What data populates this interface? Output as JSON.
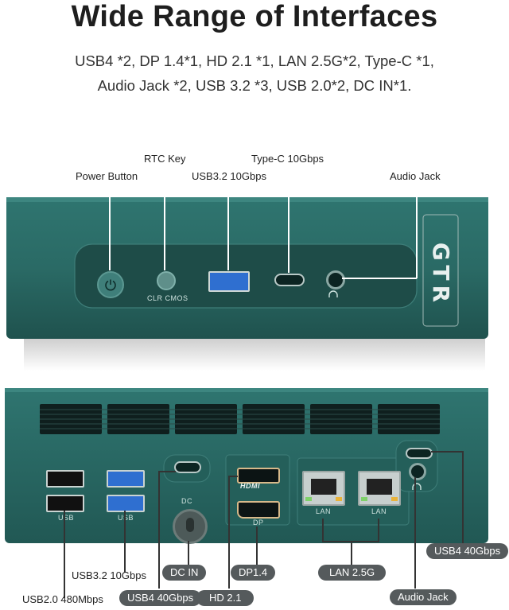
{
  "header": {
    "title": "Wide Range of Interfaces",
    "subtitle_line1": "USB4 *2, DP 1.4*1, HD 2.1 *1, LAN 2.5G*2, Type-C *1,",
    "subtitle_line2": "Audio Jack *2, USB 3.2 *3, USB 2.0*2, DC IN*1."
  },
  "front": {
    "labels": {
      "rtc_key": "RTC Key",
      "power_button": "Power Button",
      "type_c": "Type-C 10Gbps",
      "usb32": "USB3.2 10Gbps",
      "audio_jack": "Audio Jack"
    },
    "panel_text": {
      "clr_cmos": "CLR CMOS",
      "brand": "GTR"
    }
  },
  "back": {
    "panel_text": {
      "usb_a": "USB",
      "usb_b": "USB",
      "dc": "DC",
      "hdmi": "HDMI",
      "dp": "DP",
      "lan_a": "LAN",
      "lan_b": "LAN"
    },
    "labels": {
      "usb32": "USB3.2 10Gbps",
      "usb20": "USB2.0 480Mbps",
      "usb4_left": "USB4 40Gbps",
      "dc_in": "DC IN",
      "hd21": "HD 2.1",
      "dp14": "DP1.4",
      "lan25": "LAN 2.5G",
      "usb4_right": "USB4 40Gbps",
      "audio_jack": "Audio Jack"
    }
  },
  "colors": {
    "device": "#2b6b66",
    "device_dark": "#1f4f4b",
    "pill": "#555a5c"
  }
}
